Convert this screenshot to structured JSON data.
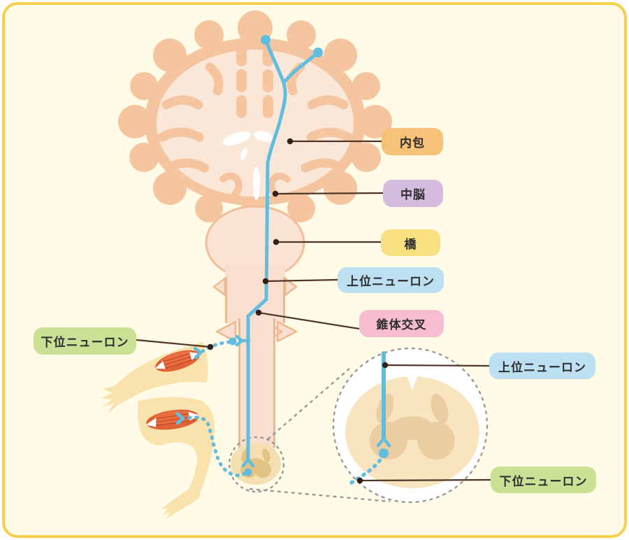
{
  "diagram": {
    "labels": {
      "internal_capsule": "内包",
      "midbrain": "中脳",
      "pons": "橋",
      "upper_neuron": "上位ニューロン",
      "pyramidal_decussation": "錐体交叉",
      "lower_neuron": "下位ニューロン",
      "upper_neuron_inset": "上位ニューロン",
      "lower_neuron_inset": "下位ニューロン"
    },
    "colors": {
      "canvas_background": "#FFFBE6",
      "card_border_yellow": "#F5CF4D",
      "badge_orange": "#F6C278",
      "badge_purple": "#D4BCDF",
      "badge_yellow": "#F8E080",
      "badge_blue": "#BCE0F2",
      "badge_pink": "#F6BDD0",
      "badge_green": "#C9E095",
      "neuron_pathway_blue": "#5FBDE0",
      "callout_line_brown": "#4F3527",
      "brain_gyri_peach": "#F5C5A0",
      "brain_inner_light": "#FBE7D8",
      "brainstem_fill": "#F9DFD0",
      "limb_skin": "#FAE2AD",
      "muscle_red": "#E06236",
      "cross_section_tan": "#F8E5BF",
      "gray_matter_tan": "#EACDA0",
      "inset_dashed_gray": "#969696"
    }
  }
}
